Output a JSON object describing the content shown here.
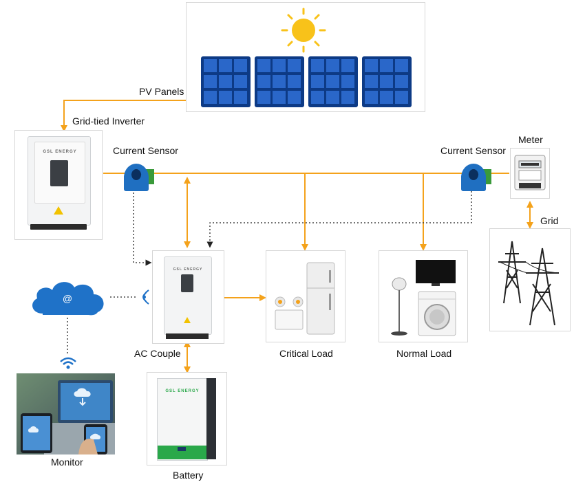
{
  "labels": {
    "pv_panels": "PV Panels",
    "grid_tied_inverter": "Grid-tied Inverter",
    "current_sensor_left": "Current Sensor",
    "current_sensor_right": "Current Sensor",
    "meter": "Meter",
    "grid": "Grid",
    "ac_couple": "AC Couple",
    "critical_load": "Critical Load",
    "normal_load": "Normal Load",
    "monitor": "Monitor",
    "battery": "Battery"
  },
  "device_text": {
    "inverter_brand": "GSL ENERGY",
    "ac_couple_brand": "GSL ENERGY",
    "battery_brand": "GSL ENERGY",
    "cloud_symbol": "@"
  },
  "colors": {
    "power_line": "#f4a21b",
    "signal_line": "#222222",
    "sensor": "#1f6fc1",
    "cloud": "#1f72c8",
    "panel": "#0d3a85",
    "sun": "#f8c21a",
    "battery_accent": "#2aa84a"
  }
}
